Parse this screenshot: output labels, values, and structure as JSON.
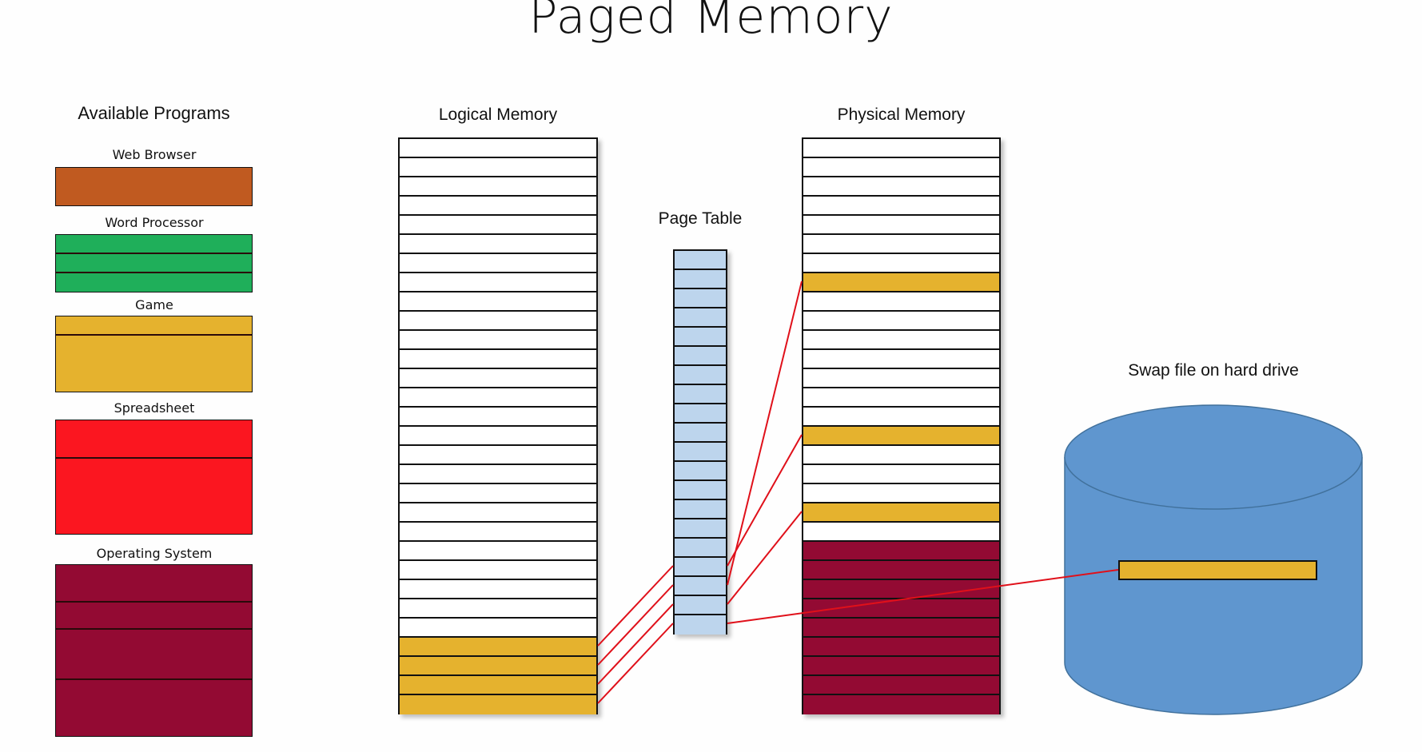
{
  "title": "Paged Memory",
  "colors": {
    "web_browser": "#c05a20",
    "word_processor": "#1faf5a",
    "game": "#e5b22e",
    "spreadsheet": "#fb1620",
    "operating_system": "#930a33",
    "page_table": "#bdd5ed",
    "swap_disk": "#5f96cf",
    "empty": "#ffffff",
    "mapping_line": "#e0101a"
  },
  "available_programs": {
    "heading": "Available Programs",
    "programs": [
      {
        "name": "Web Browser",
        "color_key": "web_browser"
      },
      {
        "name": "Word Processor",
        "color_key": "word_processor"
      },
      {
        "name": "Game",
        "color_key": "game"
      },
      {
        "name": "Spreadsheet",
        "color_key": "spreadsheet"
      },
      {
        "name": "Operating System",
        "color_key": "operating_system"
      }
    ]
  },
  "logical_memory": {
    "heading": "Logical Memory",
    "page_count": 30,
    "game_pages": [
      26,
      27,
      28,
      29
    ]
  },
  "page_table": {
    "heading": "Page Table",
    "entry_count": 20
  },
  "physical_memory": {
    "heading": "Physical Memory",
    "frame_count": 30,
    "game_frames": [
      7,
      15,
      19
    ],
    "os_frames": [
      21,
      22,
      23,
      24,
      25,
      26,
      27,
      28,
      29
    ]
  },
  "swap": {
    "heading": "Swap file on hard drive"
  },
  "mappings": [
    {
      "logical_page": 26,
      "page_table_entry": 16,
      "target": "physical",
      "frame": 15
    },
    {
      "logical_page": 27,
      "page_table_entry": 17,
      "target": "physical",
      "frame": 7
    },
    {
      "logical_page": 28,
      "page_table_entry": 18,
      "target": "physical",
      "frame": 19
    },
    {
      "logical_page": 29,
      "page_table_entry": 19,
      "target": "swap"
    }
  ]
}
